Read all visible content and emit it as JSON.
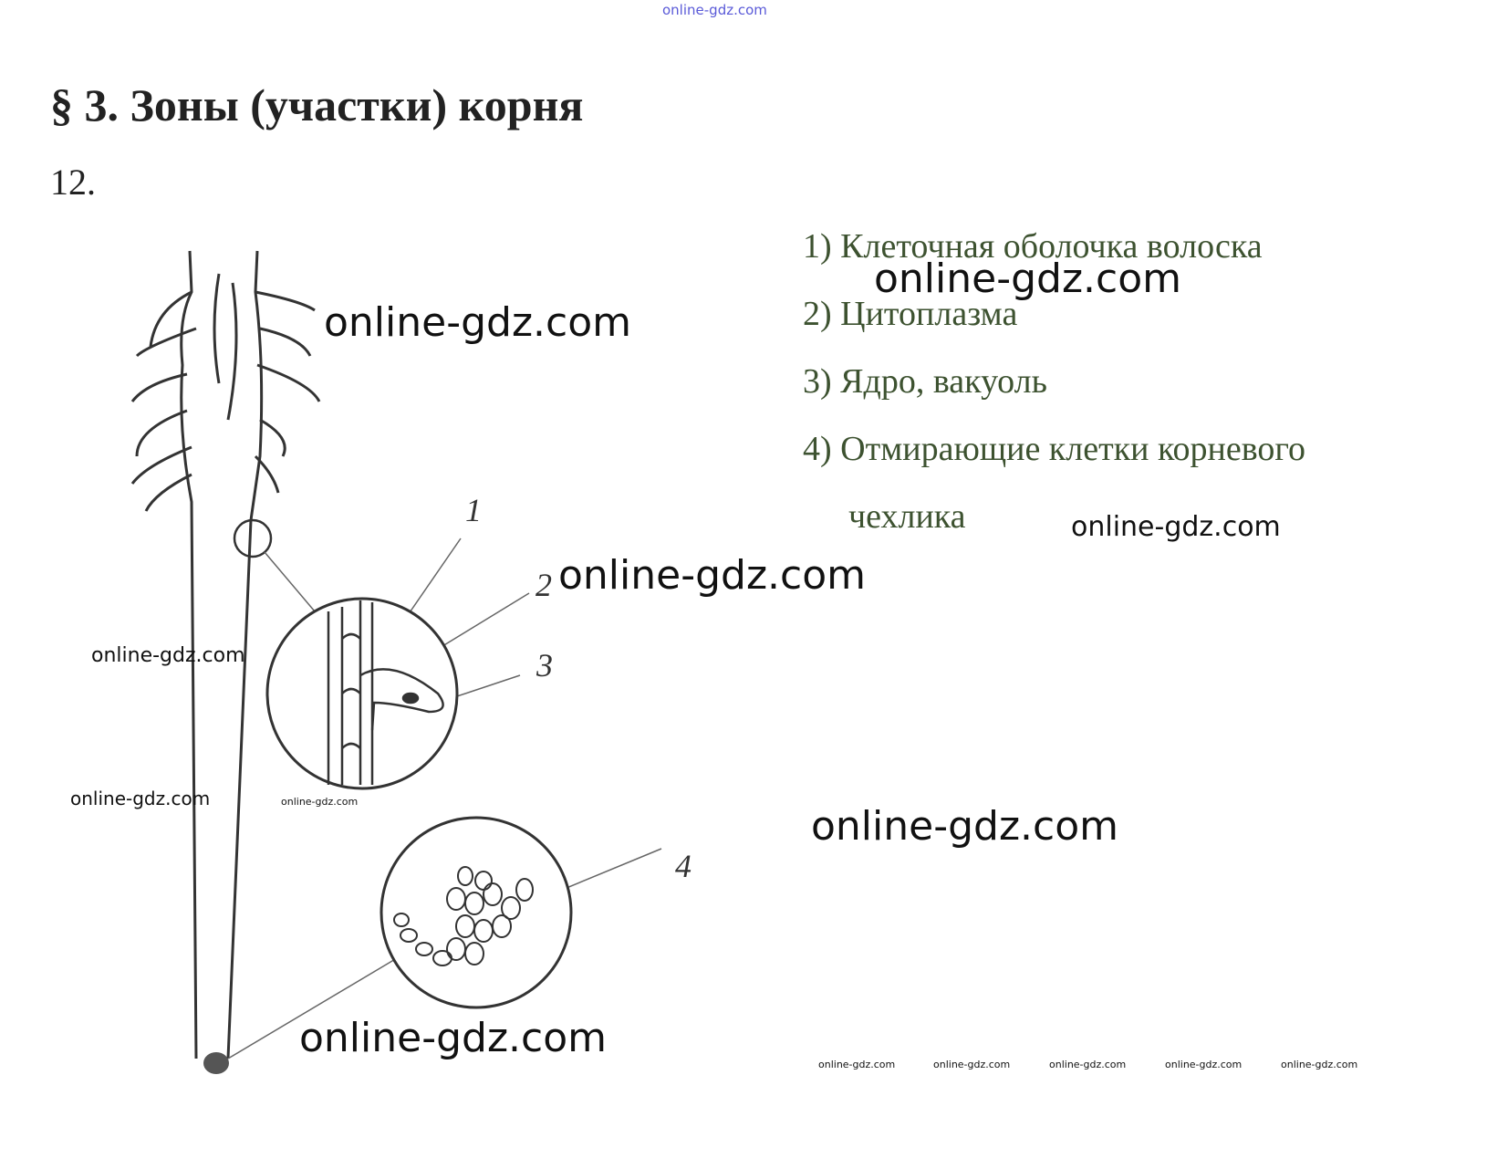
{
  "header_watermark": "online-gdz.com",
  "title": "§ 3. Зоны (участки) корня",
  "task_number": "12.",
  "answers": [
    "1) Клеточная оболочка волоска",
    "2) Цитоплазма",
    "3) Ядро, вакуоль",
    "4) Отмирающие клетки корневого",
    "чехлика"
  ],
  "figure_labels": [
    "1",
    "2",
    "3",
    "4"
  ],
  "watermarks": [
    "online-gdz.com",
    "online-gdz.com",
    "online-gdz.com",
    "online-gdz.com",
    "online-gdz.com",
    "online-gdz.com",
    "online-gdz.com",
    "online-gdz.com",
    "online-gdz.com"
  ],
  "footer_watermarks": [
    "online-gdz.com",
    "online-gdz.com",
    "online-gdz.com",
    "online-gdz.com",
    "online-gdz.com"
  ]
}
